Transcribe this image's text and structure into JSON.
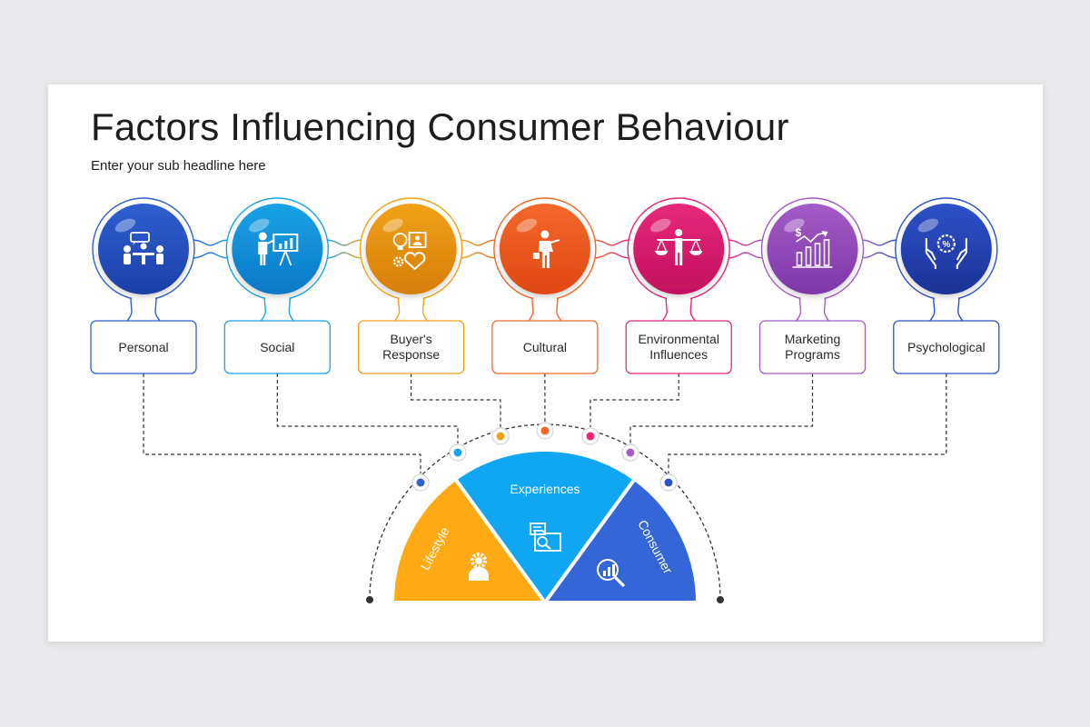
{
  "title": "Factors Influencing Consumer Behaviour",
  "subtitle": "Enter your sub headline here",
  "factors": [
    {
      "label": "Personal",
      "color": "#2f5fd0",
      "color2": "#1c3fa8",
      "icon": "meeting-people-icon"
    },
    {
      "label": "Social",
      "color": "#1aa3e6",
      "color2": "#0b77c8",
      "icon": "presentation-board-icon"
    },
    {
      "label": "Buyer's\nResponse",
      "color": "#f0a21a",
      "color2": "#d77d08",
      "icon": "idea-heart-gear-icon"
    },
    {
      "label": "Cultural",
      "color": "#f3682a",
      "color2": "#e04813",
      "icon": "businesswoman-icon"
    },
    {
      "label": "Environmental\nInfluences",
      "color": "#e8287a",
      "color2": "#c2105e",
      "icon": "scales-balance-icon"
    },
    {
      "label": "Marketing\nPrograms",
      "color": "#a45cc6",
      "color2": "#7e36a8",
      "icon": "growth-chart-icon"
    },
    {
      "label": "Psychological",
      "color": "#2e52c8",
      "color2": "#1a3296",
      "icon": "hands-percent-icon"
    }
  ],
  "segments": [
    {
      "label": "Lifestyle",
      "color": "#ffaa14",
      "icon": "person-gear-icon"
    },
    {
      "label": "Experiences",
      "color": "#10a6f2",
      "icon": "folder-search-icon"
    },
    {
      "label": "Consumer",
      "color": "#3566d8",
      "icon": "magnifier-chart-icon"
    }
  ]
}
